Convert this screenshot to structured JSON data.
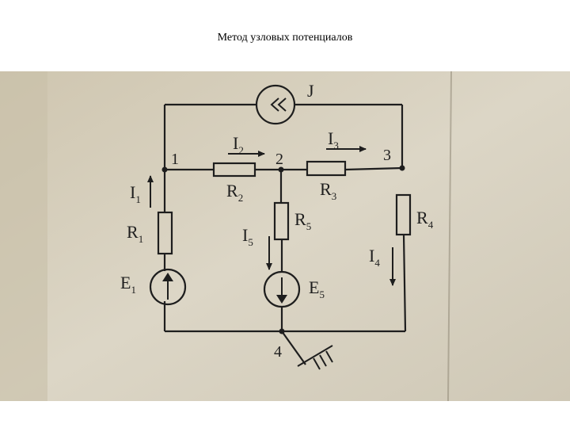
{
  "title": "Метод узловых потенциалов",
  "diagram": {
    "nodes": [
      {
        "id": "1",
        "label": "1"
      },
      {
        "id": "2",
        "label": "2"
      },
      {
        "id": "3",
        "label": "3"
      },
      {
        "id": "4",
        "label": "4"
      }
    ],
    "components": [
      {
        "id": "J",
        "type": "current-source",
        "label": "J",
        "sub": "",
        "between": [
          "1",
          "3"
        ]
      },
      {
        "id": "R1",
        "type": "resistor",
        "label": "R",
        "sub": "1",
        "between": [
          "1",
          "4"
        ]
      },
      {
        "id": "E1",
        "type": "voltage-source",
        "label": "E",
        "sub": "1",
        "between": [
          "4",
          "1"
        ]
      },
      {
        "id": "R2",
        "type": "resistor",
        "label": "R",
        "sub": "2",
        "between": [
          "1",
          "2"
        ]
      },
      {
        "id": "R3",
        "type": "resistor",
        "label": "R",
        "sub": "3",
        "between": [
          "2",
          "3"
        ]
      },
      {
        "id": "R4",
        "type": "resistor",
        "label": "R",
        "sub": "4",
        "between": [
          "3",
          "4"
        ]
      },
      {
        "id": "R5",
        "type": "resistor",
        "label": "R",
        "sub": "5",
        "between": [
          "2",
          "4"
        ]
      },
      {
        "id": "E5",
        "type": "voltage-source",
        "label": "E",
        "sub": "5",
        "between": [
          "2",
          "4"
        ]
      }
    ],
    "currents": [
      {
        "id": "I1",
        "label": "I",
        "sub": "1"
      },
      {
        "id": "I2",
        "label": "I",
        "sub": "2"
      },
      {
        "id": "I3",
        "label": "I",
        "sub": "3"
      },
      {
        "id": "I4",
        "label": "I",
        "sub": "4"
      },
      {
        "id": "I5",
        "label": "I",
        "sub": "5"
      }
    ]
  },
  "colors": {
    "paper": "#d6cfbd",
    "ink": "#1e1e1e",
    "background": "#ffffff"
  }
}
